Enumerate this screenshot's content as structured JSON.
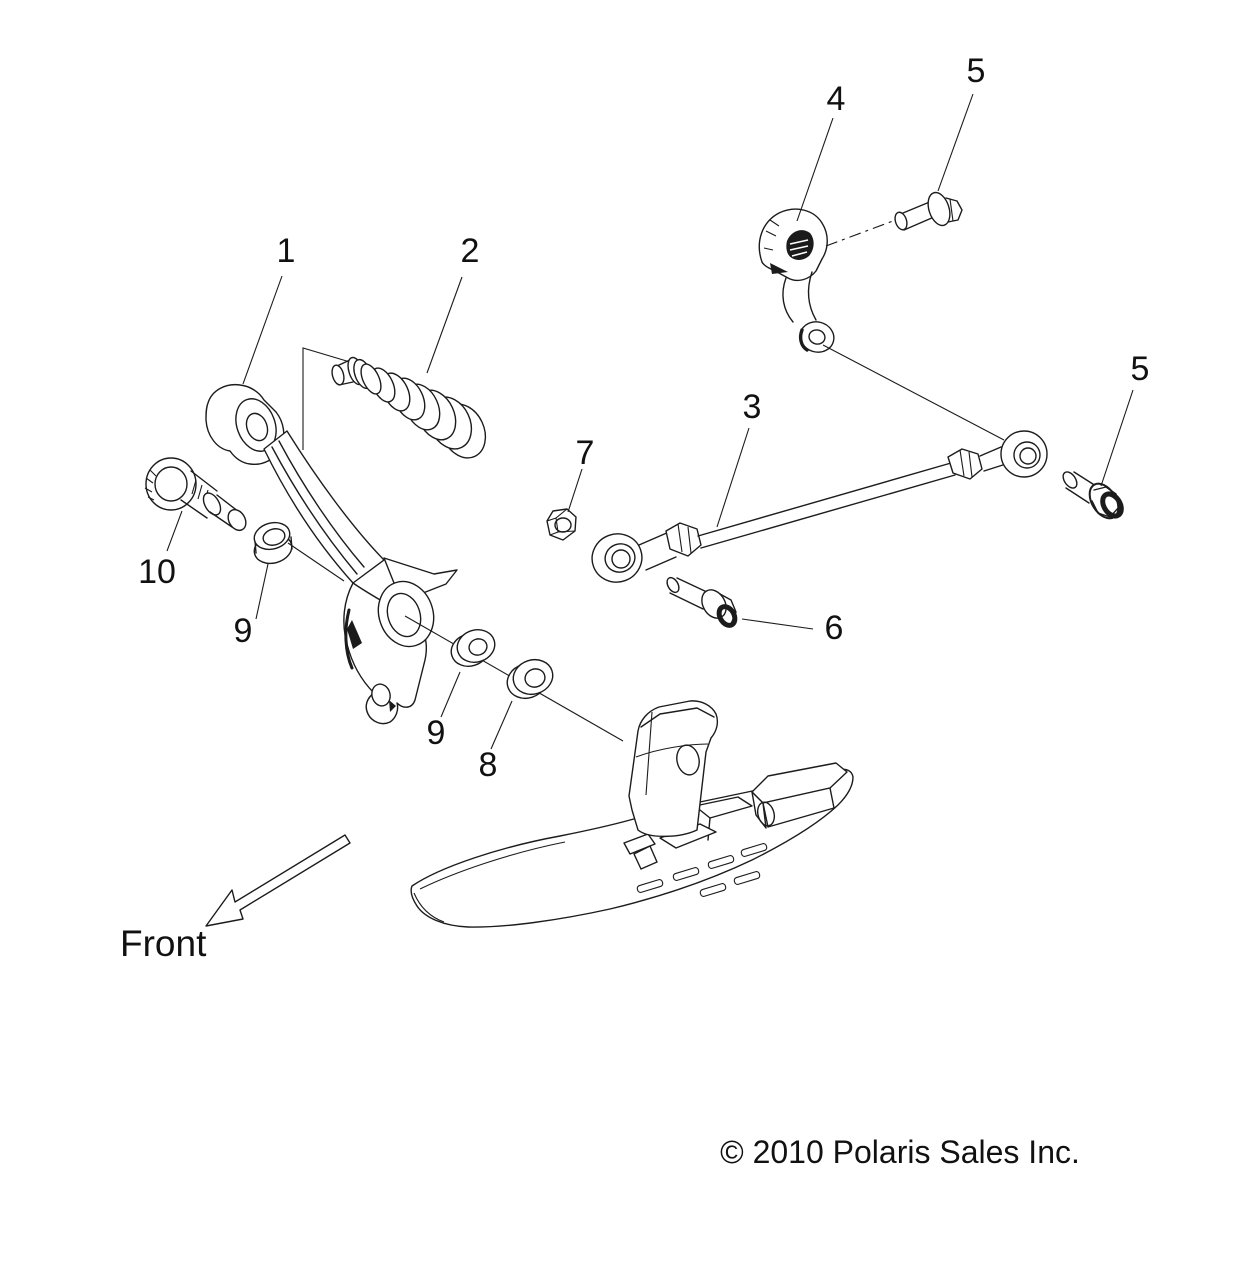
{
  "diagram": {
    "front_label": "Front",
    "copyright": "© 2010 Polaris Sales Inc.",
    "ink_color": "#1c1c1c",
    "background_color": "#ffffff",
    "callouts": {
      "c1": "1",
      "c2": "2",
      "c3": "3",
      "c4": "4",
      "c5a": "5",
      "c5b": "5",
      "c6": "6",
      "c7": "7",
      "c8": "8",
      "c9a": "9",
      "c9b": "9",
      "c10": "10"
    }
  }
}
